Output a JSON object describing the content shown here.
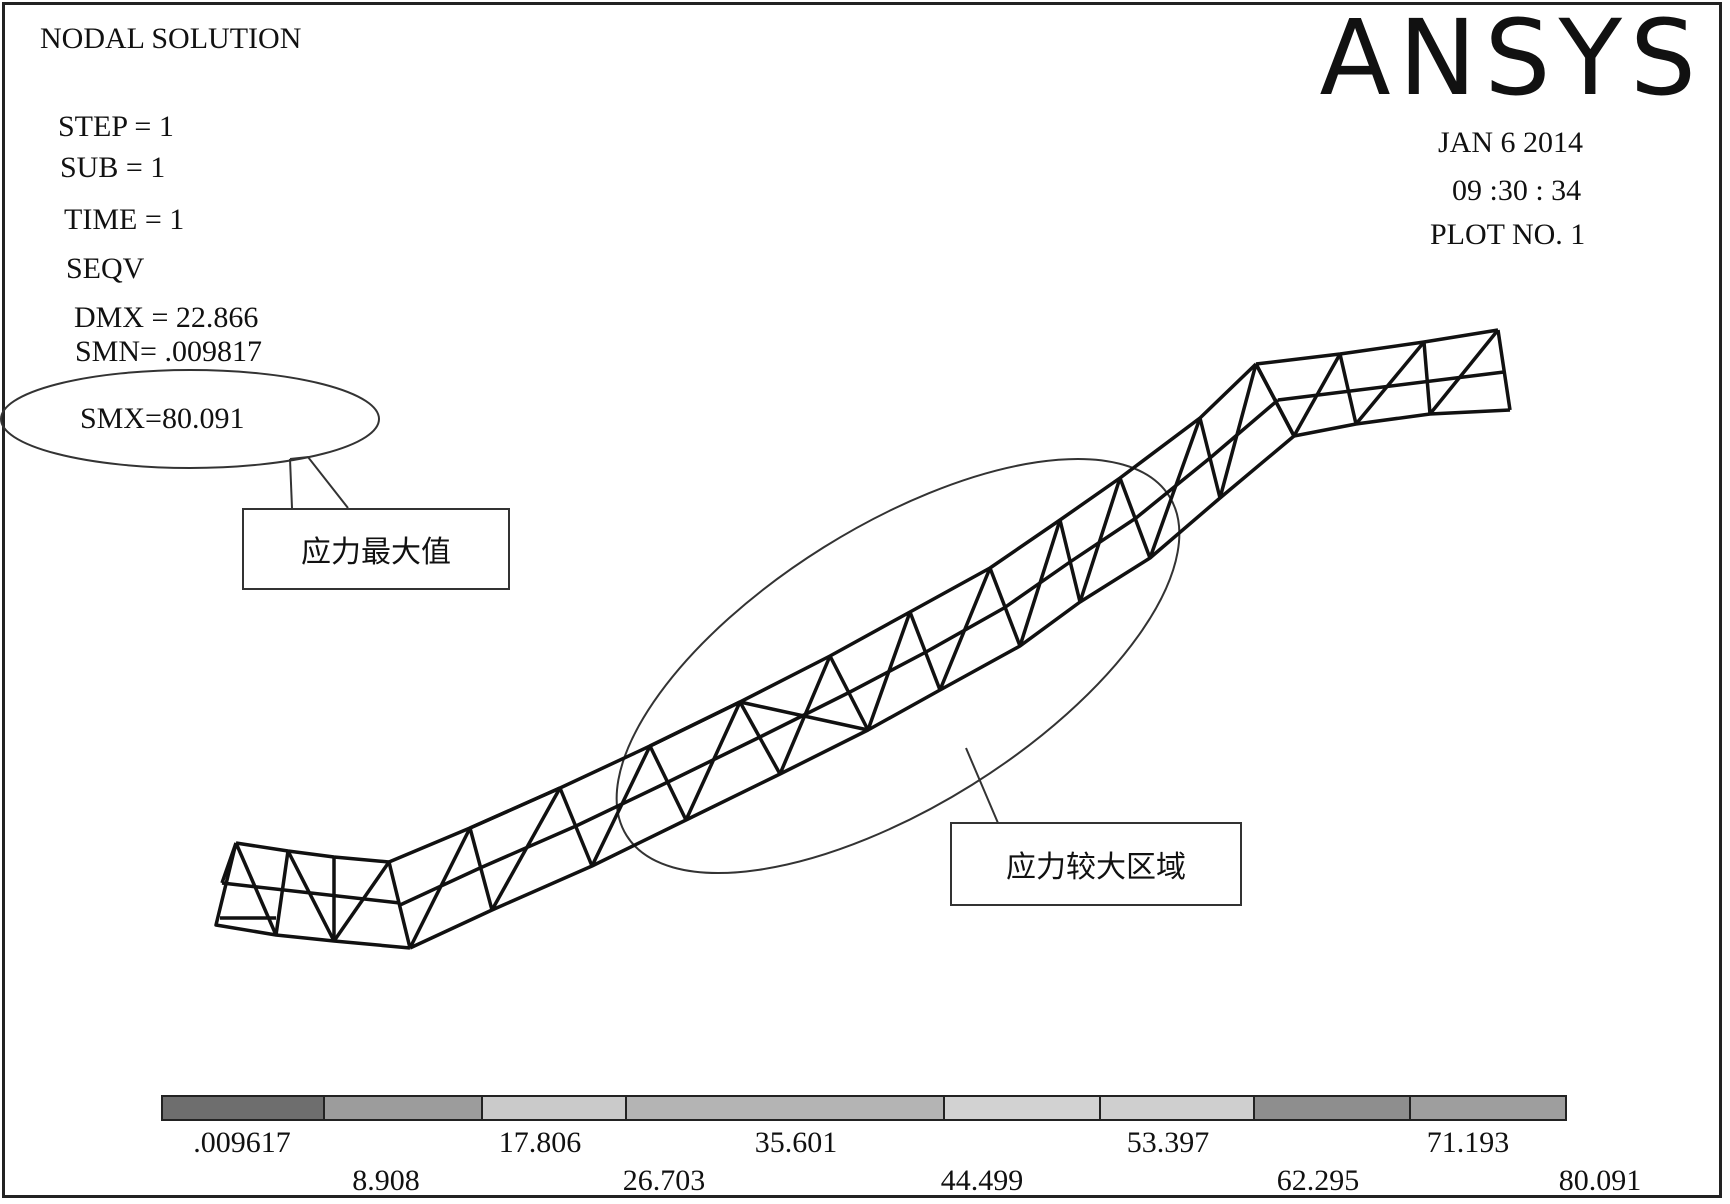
{
  "header": {
    "title": "NODAL SOLUTION",
    "logo": "ANSYS",
    "date": "JAN   6   2014",
    "time": "09 :30 : 34",
    "plot_no": "PLOT NO. 1"
  },
  "info": {
    "step": "STEP = 1",
    "sub": "SUB = 1",
    "time": "TIME = 1",
    "result": "SEQV",
    "dmx": "DMX = 22.866",
    "smn": "SMN= .009817",
    "smx": "SMX=80.091"
  },
  "callouts": {
    "max_stress": "应力最大值",
    "high_stress_region": "应力较大区域"
  },
  "legend": {
    "upper_labels": [
      ".009617",
      "17.806",
      "35.601",
      "53.397",
      "71.193"
    ],
    "lower_labels": [
      "8.908",
      "26.703",
      "44.499",
      "62.295",
      "80.091"
    ],
    "colors": [
      "#6e6e6e",
      "#9c9c9c",
      "#cacaca",
      "#b4b4b4",
      "#d2d2d2",
      "#cfcfcf",
      "#8e8e8e",
      "#9e9e9e"
    ]
  }
}
